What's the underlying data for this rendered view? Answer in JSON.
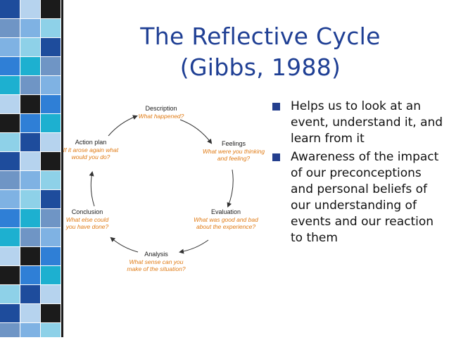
{
  "slide": {
    "title_line1": "The Reflective Cycle",
    "title_line2": "(Gibbs, 1988)",
    "title_color": "#1f3f94"
  },
  "cycle": {
    "stages": [
      {
        "label": "Description",
        "question": "What happened?"
      },
      {
        "label": "Feelings",
        "question": "What were you thinking and feeling?"
      },
      {
        "label": "Evaluation",
        "question": "What was good and bad about the experience?"
      },
      {
        "label": "Analysis",
        "question": "What sense can you make of the situation?"
      },
      {
        "label": "Conclusion",
        "question": "What else could you have done?"
      },
      {
        "label": "Action plan",
        "question": "If it arose again what would you do?"
      }
    ],
    "question_color": "#e07b15"
  },
  "bullets": [
    {
      "text": "Helps us to look at an event, understand it, and learn from it"
    },
    {
      "text": "Awareness of the impact of our preconceptions and personal beliefs of our understanding of events and our reaction to them"
    }
  ],
  "colors": {
    "mosaic": [
      "#1e4c9c",
      "#2f7fd6",
      "#7fb2e3",
      "#b6d3ee",
      "#1db0d0",
      "#8ed1e8",
      "#1b1b1b",
      "#6f95c5"
    ]
  }
}
